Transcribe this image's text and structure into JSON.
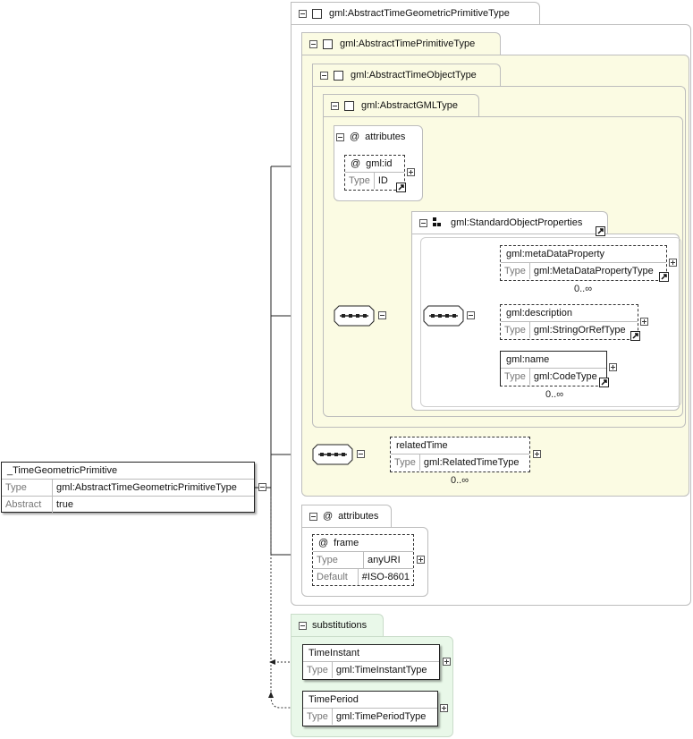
{
  "groups": {
    "geometric_primitive": "gml:AbstractTimeGeometricPrimitiveType",
    "primitive": "gml:AbstractTimePrimitiveType",
    "object": "gml:AbstractTimeObjectType",
    "gml": "gml:AbstractGMLType",
    "standard_props": "gml:StandardObjectProperties",
    "attributes_inner": "attributes",
    "attributes_outer": "attributes",
    "substitutions": "substitutions"
  },
  "symbols": {
    "at": "@"
  },
  "root": {
    "name": "_TimeGeometricPrimitive",
    "rows": [
      {
        "k": "Type",
        "v": "gml:AbstractTimeGeometricPrimitiveType"
      },
      {
        "k": "Abstract",
        "v": "true"
      }
    ]
  },
  "gml_id": {
    "name": "gml:id",
    "type_key": "Type",
    "type": "ID"
  },
  "meta_data_property": {
    "name": "gml:metaDataProperty",
    "type_key": "Type",
    "type": "gml:MetaDataPropertyType",
    "card": "0..∞"
  },
  "description": {
    "name": "gml:description",
    "type_key": "Type",
    "type": "gml:StringOrRefType"
  },
  "name_el": {
    "name": "gml:name",
    "type_key": "Type",
    "type": "gml:CodeType",
    "card": "0..∞"
  },
  "related_time": {
    "name": "relatedTime",
    "type_key": "Type",
    "type": "gml:RelatedTimeType",
    "card": "0..∞"
  },
  "frame": {
    "name": "frame",
    "type_key": "Type",
    "type": "anyURI",
    "default_key": "Default",
    "default": "#ISO-8601"
  },
  "time_instant": {
    "name": "TimeInstant",
    "type_key": "Type",
    "type": "gml:TimeInstantType"
  },
  "time_period": {
    "name": "TimePeriod",
    "type_key": "Type",
    "type": "gml:TimePeriodType"
  },
  "icons": [
    "collapse-icon",
    "expand-icon",
    "checkbox-icon",
    "link-arrow-icon",
    "sequence-icon",
    "attribute-at-icon",
    "group-icon"
  ],
  "colors": {
    "yellow_bg": "#fbfbe3",
    "green_bg": "#e9f8e9",
    "border": "#bdbdbd"
  }
}
